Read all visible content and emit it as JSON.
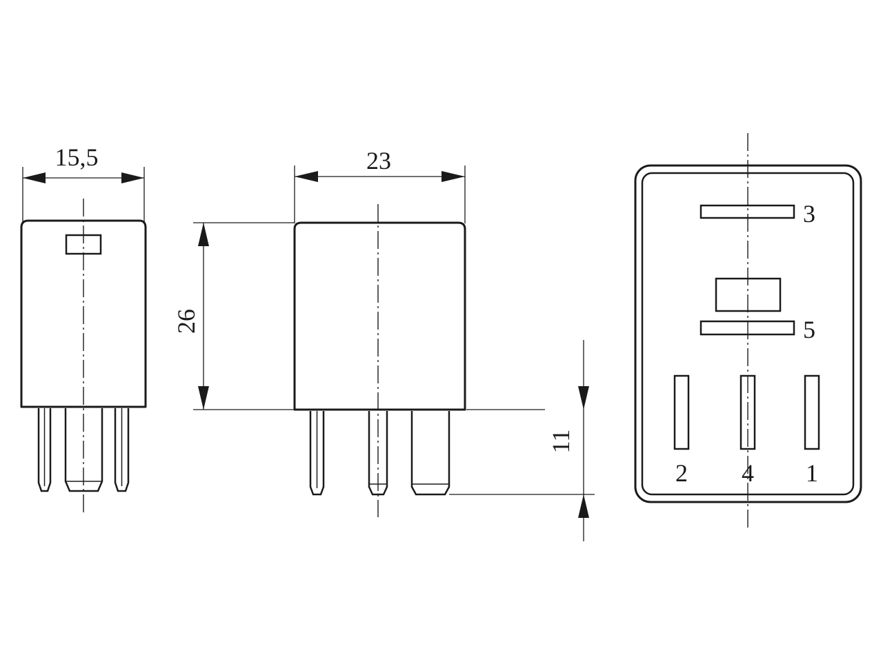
{
  "dimensions": {
    "width": "15,5",
    "depth": "23",
    "height": "26",
    "pin_length": "11"
  },
  "terminals": {
    "t3": "3",
    "t5": "5",
    "t2": "2",
    "t4": "4",
    "t1": "1"
  }
}
